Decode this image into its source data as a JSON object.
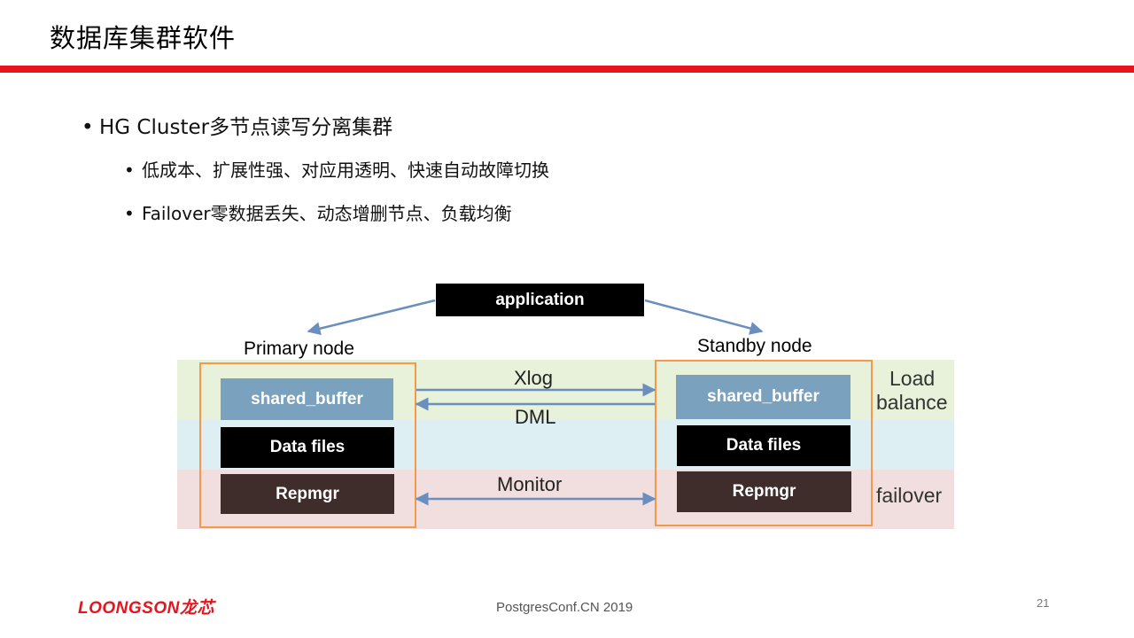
{
  "slide": {
    "title": "数据库集群软件",
    "accent_color": "#e8141d"
  },
  "bullets": {
    "main": "HG Cluster多节点读写分离集群",
    "sub": [
      "低成本、扩展性强、对应用透明、快速自动故障切换",
      "Failover零数据丢失、动态增删节点、负载均衡"
    ]
  },
  "diagram": {
    "application": "application",
    "primary": {
      "label": "Primary node",
      "blocks": [
        "shared_buffer",
        "Data files",
        "Repmgr"
      ]
    },
    "standby": {
      "label": "Standby node",
      "blocks": [
        "shared_buffer",
        "Data files",
        "Repmgr"
      ]
    },
    "connections": {
      "xlog": "Xlog",
      "dml": "DML",
      "monitor": "Monitor"
    },
    "side_labels": {
      "load_balance_1": "Load",
      "load_balance_2": "balance",
      "failover": "failover"
    },
    "colors": {
      "band_green": "#e8f1d9",
      "band_blue": "#deeff4",
      "band_red": "#f1dede",
      "frame": "#f29a4a",
      "arrow": "#6a8fbf"
    }
  },
  "footer": {
    "logo": "LOONGSON龙芯",
    "conference": "PostgresConf.CN 2019",
    "page_number": "21"
  }
}
